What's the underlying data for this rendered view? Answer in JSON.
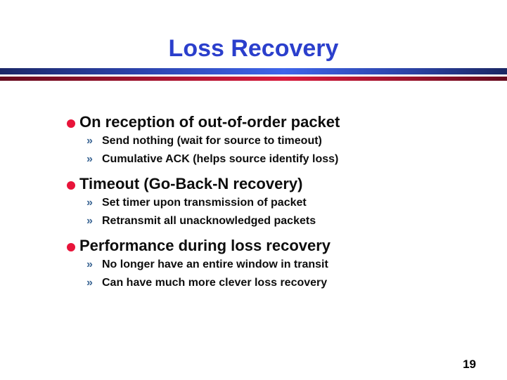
{
  "slide": {
    "title": "Loss Recovery",
    "page_number": "19",
    "sub_marker": "»",
    "colors": {
      "title_blue": "#2b3fcc",
      "bullet_dot_red": "#e8143a",
      "sub_marker_blue": "#3c6694",
      "blue_bar_edge": "#1b2767",
      "blue_bar_mid": "#3f65ea",
      "red_bar_edge": "#650b1e",
      "red_bar_mid": "#d81b3c",
      "body_text": "#0d0d0d"
    },
    "bullets": [
      {
        "heading": "On reception of out-of-order packet",
        "sub_items": [
          "Send nothing (wait for source to timeout)",
          "Cumulative ACK (helps source identify loss)"
        ]
      },
      {
        "heading": "Timeout (Go-Back-N recovery)",
        "sub_items": [
          "Set timer upon transmission of packet",
          "Retransmit all unacknowledged packets"
        ]
      },
      {
        "heading": "Performance during loss recovery",
        "sub_items": [
          "No longer have an entire window in transit",
          "Can have much more clever loss recovery"
        ]
      }
    ]
  }
}
